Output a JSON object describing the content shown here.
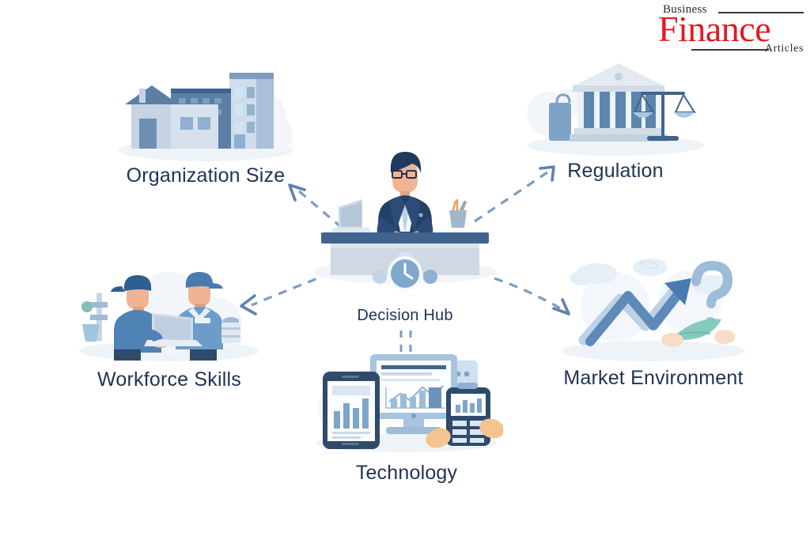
{
  "logo": {
    "line1": "Business",
    "line2": "Finance",
    "line3": "Articles",
    "accent_color": "#e01b22",
    "text_color": "#2b2b2b"
  },
  "diagram": {
    "type": "hub-and-spoke",
    "background": "#ffffff",
    "label_color": "#1e3356",
    "connector_color": "#6b8cb5",
    "center": {
      "label": "Decision Hub",
      "icon": "businessman-at-desk-with-laptop",
      "sub_icon": "clock-icon"
    },
    "nodes": [
      {
        "id": "organization-size",
        "label": "Organization Size",
        "icon": "buildings-icon",
        "position": "top-left",
        "arrow": "dashed-arrow-up-left"
      },
      {
        "id": "regulation",
        "label": "Regulation",
        "icon": "courthouse-scales-icon",
        "position": "top-right",
        "arrow": "dashed-arrow-up-right"
      },
      {
        "id": "workforce-skills",
        "label": "Workforce Skills",
        "icon": "two-workers-laptop-icon",
        "position": "bottom-left",
        "arrow": "dashed-arrow-left"
      },
      {
        "id": "market-environment",
        "label": "Market Environment",
        "icon": "growth-chart-question-icon",
        "position": "bottom-right",
        "arrow": "dashed-arrow-right"
      },
      {
        "id": "technology",
        "label": "Technology",
        "icon": "devices-analytics-icon",
        "position": "bottom-center",
        "arrow": "dashed-line-down"
      }
    ]
  }
}
